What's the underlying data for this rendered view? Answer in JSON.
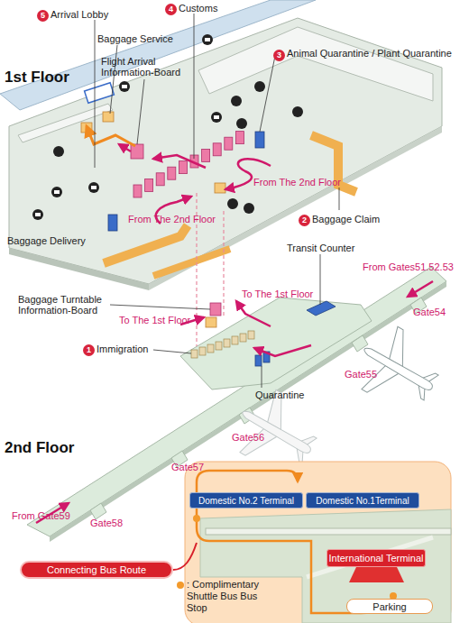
{
  "diagram": {
    "nodes": [
      {
        "text": [
          "Domestic No.2 Terminal"
        ]
      },
      {
        "text": [
          "Domestic No.1Terminal"
        ]
      },
      {
        "text": [
          "International Terminal"
        ]
      },
      {
        "text": [
          "Connecting Bus Route"
        ]
      },
      {
        "text": [
          "Parking"
        ]
      }
    ],
    "labels": [
      "5",
      "Arrival Lobby",
      "4",
      "Customs",
      "Baggage Service",
      "Flight Arrival Information-Board",
      "1st Floor",
      "3",
      "Animal Quarantine / Plant Quarantine",
      "From The 2nd Floor",
      "From The 2nd Floor",
      "2",
      "Baggage Claim",
      "Baggage Delivery",
      "Transit Counter",
      "From Gates51.52.53",
      "Baggage Turntable Information-Board",
      "To The 1st Floor",
      "To The 1st Floor",
      "Gate54",
      "1",
      "Immigration",
      "Gate55",
      "Quarantine",
      "2nd Floor",
      "Gate56",
      "Gate57",
      "From Gate59",
      "Gate58"
    ],
    "legend": [
      {
        "text": ": Complimentary Shuttle Bus Bus Stop",
        "color": "#f39a2c"
      }
    ]
  }
}
